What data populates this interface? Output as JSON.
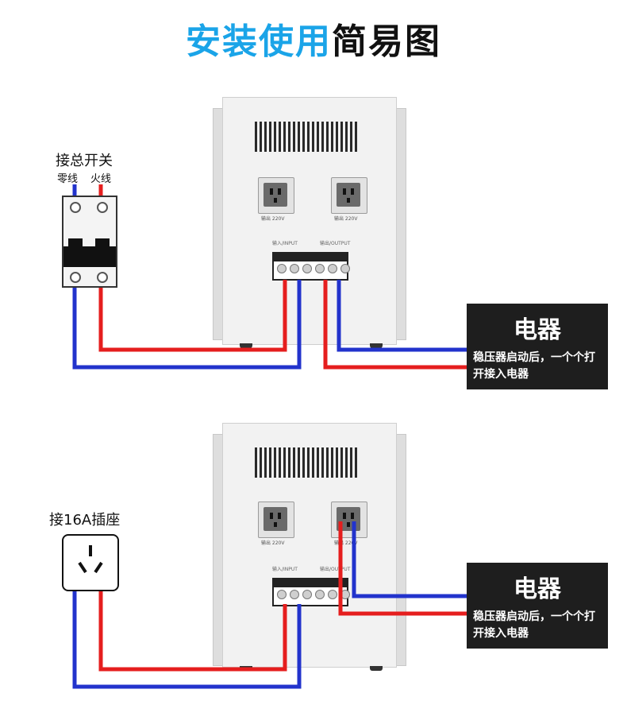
{
  "title": {
    "part1": "安装使用",
    "part2": "简易图"
  },
  "colors": {
    "title_blue": "#1aa4e8",
    "wire_red": "#e51e1e",
    "wire_blue": "#2233cc",
    "box_dark": "#1e1e1e"
  },
  "top": {
    "source_label": "接总开关",
    "neutral_label": "零线",
    "live_label": "火线",
    "device": {
      "left_outlet": "输出 220V",
      "right_outlet": "输出 220V",
      "term_in": "输入/INPUT",
      "term_out": "输出/OUTPUT"
    },
    "appliance": {
      "title": "电器",
      "note": "稳压器启动后，一个个打开接入电器"
    }
  },
  "bottom": {
    "source_label": "接16A插座",
    "device": {
      "left_outlet": "输出 220V",
      "right_outlet": "输出 220V",
      "term_in": "输入/INPUT",
      "term_out": "输出/OUTPUT"
    },
    "appliance": {
      "title": "电器",
      "note": "稳压器启动后，一个个打开接入电器"
    }
  }
}
